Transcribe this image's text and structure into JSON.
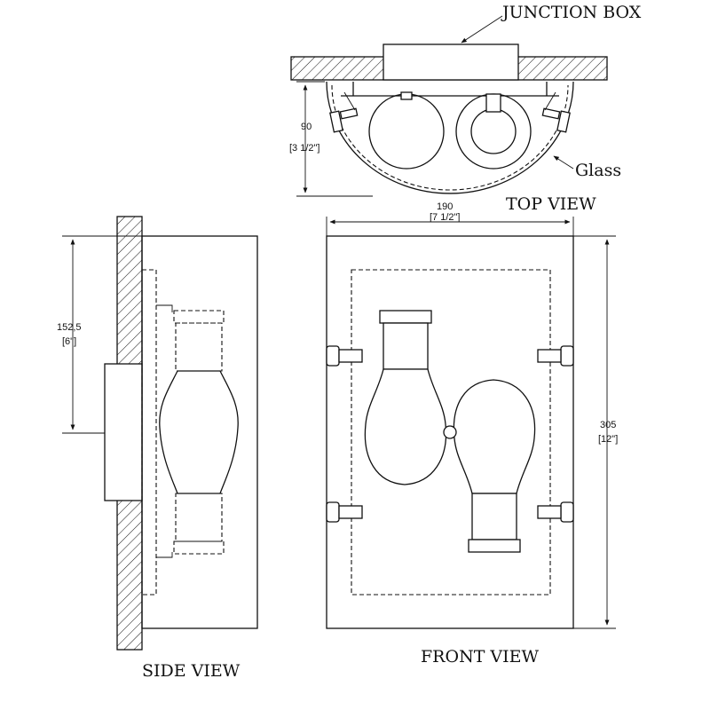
{
  "labels": {
    "junction_box": "JUNCTION BOX",
    "glass": "Glass",
    "top_view": "TOP VIEW",
    "side_view": "SIDE VIEW",
    "front_view": "FRONT VIEW"
  },
  "dimensions": {
    "top_height_mm": "90",
    "top_height_in": "[3 1/2\"]",
    "width_mm": "190",
    "width_in": "[7 1/2\"]",
    "side_offset_mm": "152,5",
    "side_offset_in": "[6\"]",
    "height_mm": "305",
    "height_in": "[12\"]"
  }
}
